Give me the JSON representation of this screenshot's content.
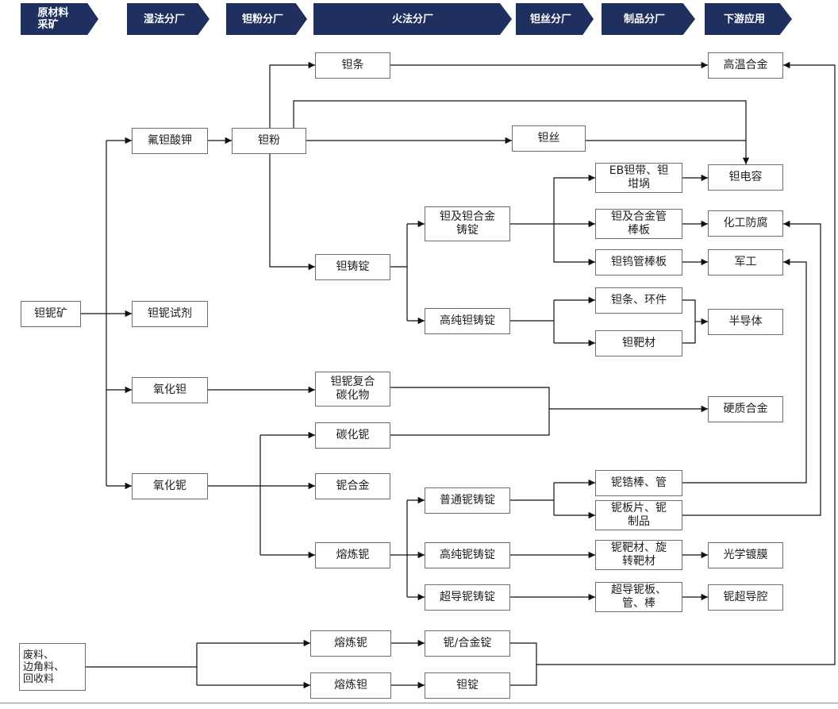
{
  "theme": {
    "header_color": "#1f2f5e",
    "line_color": "#111111",
    "box_border": "#6e6e6e"
  },
  "stages": [
    {
      "label": "原材料\n采矿"
    },
    {
      "label": "湿法分厂"
    },
    {
      "label": "钽粉分厂"
    },
    {
      "label": "火法分厂"
    },
    {
      "label": "钽丝分厂"
    },
    {
      "label": "制品分厂"
    },
    {
      "label": "下游应用"
    }
  ],
  "nodes": {
    "ore": "钽铌矿",
    "scrap": "废料、\n边角料、\n回收料",
    "k2taf7": "氟钽酸钾",
    "ta_nb_reagent": "钽铌试剂",
    "ta2o5": "氧化钽",
    "nb2o5": "氧化铌",
    "ta_powder": "钽粉",
    "ta_bar": "钽条",
    "ta_ingot": "钽铸锭",
    "ta_nb_carbide": "钽铌复合\n碳化物",
    "nb_carbide": "碳化铌",
    "nb_alloy": "铌合金",
    "melt_nb": "熔炼铌",
    "scrap_melt_nb": "熔炼铌",
    "scrap_melt_ta": "熔炼钽",
    "ta_wire": "钽丝",
    "ta_alloy_ingot": "钽及钽合金\n铸锭",
    "hp_ta_ingot": "高纯钽铸锭",
    "normal_nb_ingot": "普通铌铸锭",
    "hp_nb_ingot": "高纯铌铸锭",
    "sc_nb_ingot": "超导铌铸锭",
    "nb_alloy_ingot": "铌/合金锭",
    "ta_ingot2": "钽锭",
    "eb_strip": "EB钽带、钽\n坩埚",
    "ta_tube_plate": "钽及合金管\n棒板",
    "taw_tube": "钽钨管棒板",
    "ta_bar_ring": "钽条、环件",
    "ta_target": "钽靶材",
    "nb_zr_rod": "铌锆棒、管",
    "nb_sheet": "铌板片、铌\n制品",
    "nb_target": "铌靶材、旋\n转靶材",
    "sc_nb_sheet": "超导铌板、\n管、棒",
    "superalloy": "高温合金",
    "ta_capacitor": "钽电容",
    "chem_anticorr": "化工防腐",
    "military": "军工",
    "semiconductor": "半导体",
    "hard_alloy": "硬质合金",
    "optical_coating": "光学镀膜",
    "nb_cavity": "铌超导腔"
  }
}
